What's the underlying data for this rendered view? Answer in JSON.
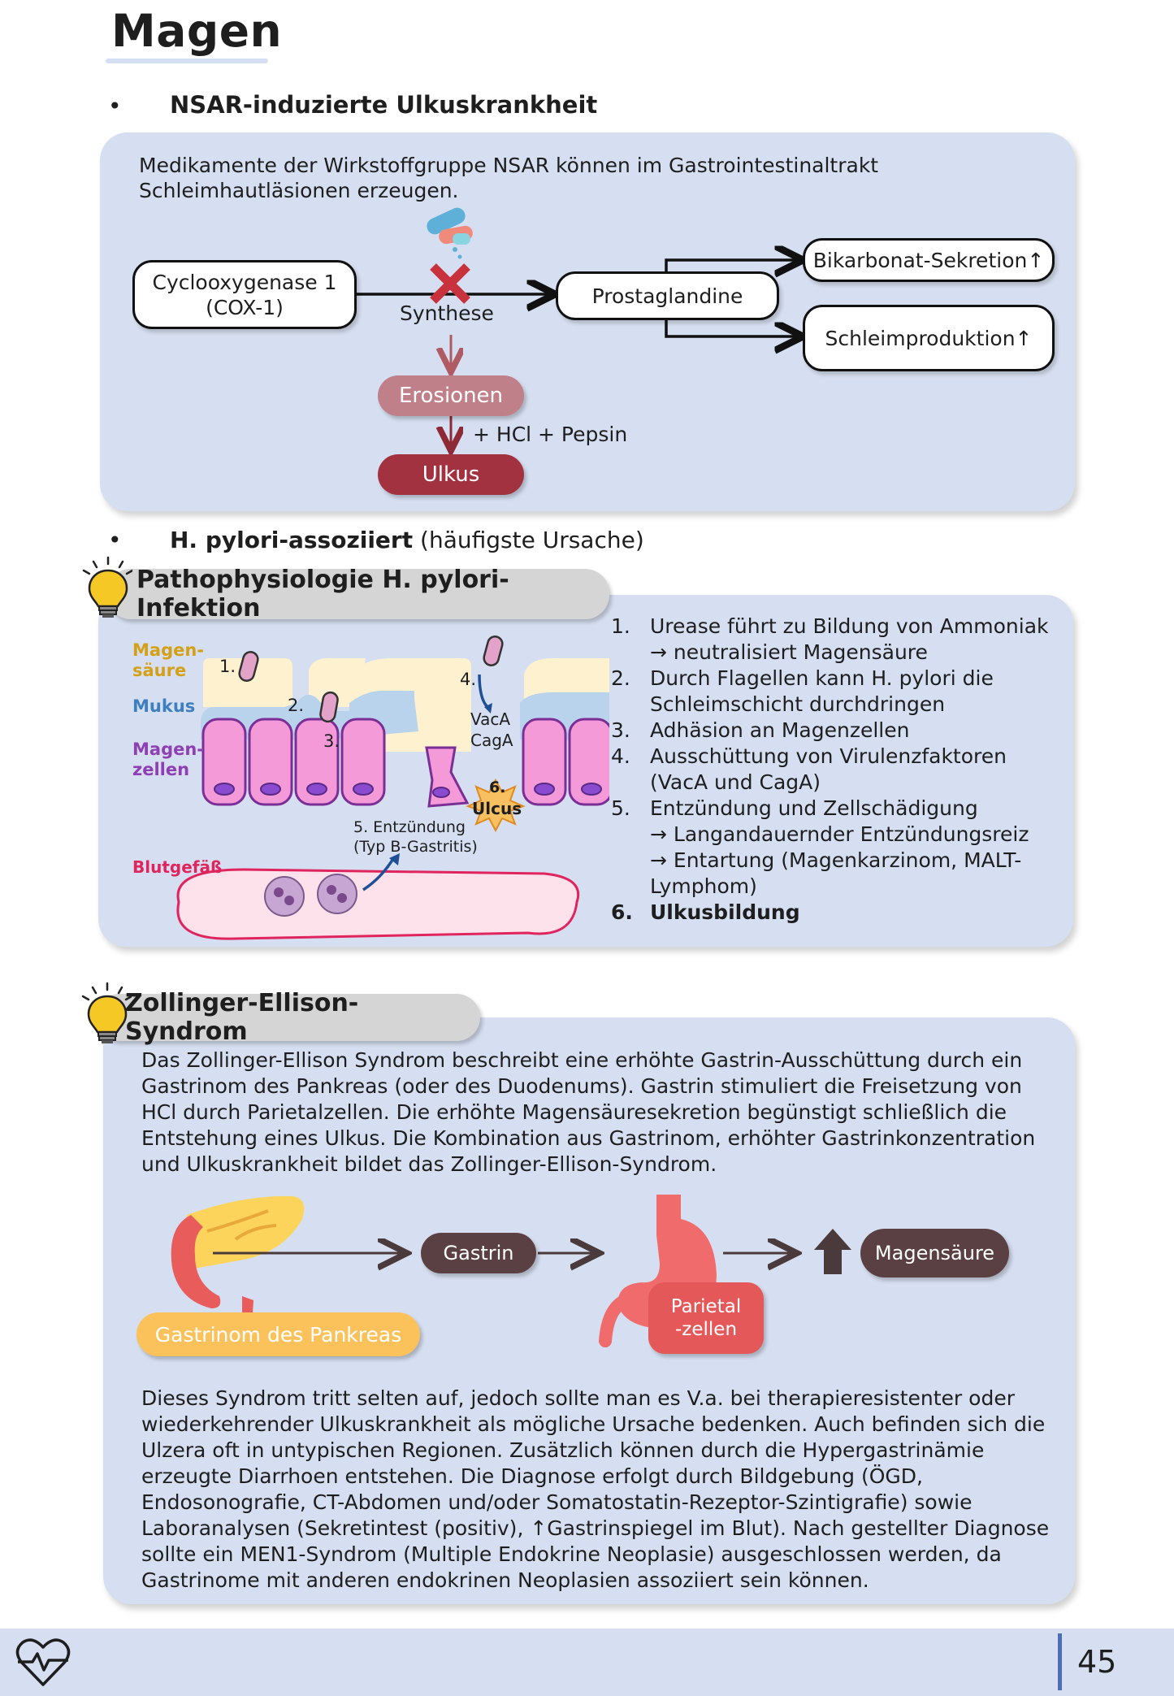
{
  "page_title": "Magen",
  "section1": {
    "bullet": "•",
    "heading": "NSAR-induzierte Ulkuskrankheit",
    "intro_line1": "Medikamente der Wirkstoffgruppe NSAR können im Gastrointestinaltrakt",
    "intro_line2": "Schleimhautläsionen erzeugen.",
    "cox_line1": "Cyclooxygenase 1",
    "cox_line2": "(COX-1)",
    "synthese": "Synthese",
    "prostaglandine": "Prostaglandine",
    "bikarbonat": "Bikarbonat-Sekretion↑",
    "schleim": "Schleimproduktion↑",
    "erosionen": "Erosionen",
    "hcl": "+ HCl + Pepsin",
    "ulkus": "Ulkus"
  },
  "section2": {
    "bullet": "•",
    "heading_bold": "H. pylori-assoziiert",
    "heading_rest": " (häufigste Ursache)",
    "tag": "Pathophysiologie H. pylori-Infektion",
    "labels": {
      "magensaeure1": "Magen-",
      "magensaeure2": "säure",
      "mukus": "Mukus",
      "magenzellen1": "Magen-",
      "magenzellen2": "zellen",
      "blutgefaess": "Blutgefäß",
      "n1": "1.",
      "n2": "2.",
      "n3": "3.",
      "n4": "4.",
      "vaca": "VacA",
      "caga": "CagA",
      "n6": "6.",
      "ulcus": "Ulcus",
      "entz1": "5. Entzündung",
      "entz2": "(Typ B-Gastritis)"
    },
    "steps": [
      {
        "num": "1.",
        "lines": [
          "Urease führt zu Bildung von Ammoniak",
          "→ neutralisiert Magensäure"
        ]
      },
      {
        "num": "2.",
        "lines": [
          "Durch Flagellen kann H. pylori die",
          "Schleimschicht durchdringen"
        ]
      },
      {
        "num": "3.",
        "lines": [
          "Adhäsion an Magenzellen"
        ]
      },
      {
        "num": "4.",
        "lines": [
          "Ausschüttung von Virulenzfaktoren",
          "(VacA und CagA)"
        ]
      },
      {
        "num": "5.",
        "lines": [
          "Entzündung und Zellschädigung",
          "→ Langandauernder Entzündungsreiz",
          "→ Entartung (Magenkarzinom, MALT-",
          "Lymphom)"
        ]
      },
      {
        "num": "6.",
        "lines": [
          "Ulkusbildung"
        ]
      }
    ]
  },
  "section3": {
    "tag": "Zollinger-Ellison-Syndrom",
    "para1": [
      "Das Zollinger-Ellison Syndrom beschreibt eine erhöhte Gastrin-Ausschüttung durch ein",
      "Gastrinom des Pankreas (oder des Duodenums). Gastrin stimuliert die Freisetzung von",
      "HCl durch Parietalzellen. Die erhöhte Magensäuresekretion begünstigt schließlich die",
      "Entstehung eines Ulkus. Die Kombination aus Gastrinom, erhöhter Gastrinkonzentration",
      "und Ulkuskrankheit bildet das Zollinger-Ellison-Syndrom."
    ],
    "gastrin": "Gastrin",
    "magensaeure": "Magensäure",
    "gastrinom": "Gastrinom des Pankreas",
    "parietal1": "Parietal",
    "parietal2": "-zellen",
    "para2": [
      "Dieses Syndrom tritt selten auf, jedoch sollte man es V.a. bei therapieresistenter oder",
      "wiederkehrender Ulkuskrankheit als mögliche Ursache bedenken. Auch befinden sich die",
      "Ulzera oft in untypischen Regionen. Zusätzlich können durch die Hypergastrinämie",
      "erzeugte Diarrhoen entstehen. Die Diagnose erfolgt durch Bildgebung (ÖGD,",
      "Endosonografie, CT-Abdomen und/oder Somatostatin-Rezeptor-Szintigrafie) sowie",
      "Laboranalysen (Sekretintest (positiv), ↑Gastrinspiegel im Blut). Nach gestellter Diagnose",
      "sollte ein MEN1-Syndrom (Multiple Endokrine Neoplasie) ausgeschlossen werden, da",
      "Gastrinome mit anderen endokrinen Neoplasien assoziiert sein können."
    ]
  },
  "footer": {
    "page_number": "45",
    "icon": "heart-pulse-icon"
  },
  "colors": {
    "panel": "#d6dff1",
    "erosionen": "#c08089",
    "ulkus": "#a2323f",
    "dark_pill": "#5a4042",
    "gastrinom": "#fbc15a",
    "parietal": "#e45859",
    "magensaeure_label": "#d4a017",
    "mukus_label": "#3e7fc0",
    "zellen_label": "#8e3fb3",
    "blut_label": "#e0245e"
  }
}
